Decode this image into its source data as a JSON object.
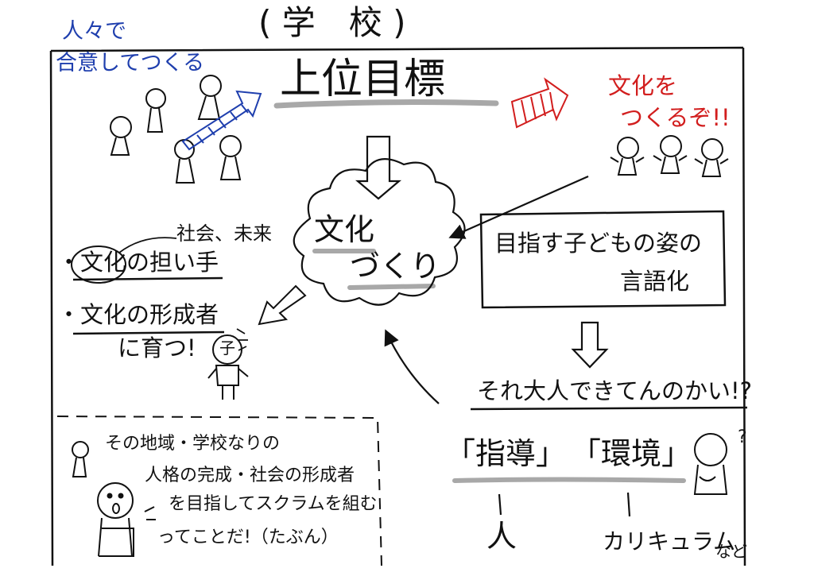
{
  "title": "( 学　校 )",
  "top": {
    "goal": "上位目標",
    "consensus": [
      "人々で",
      "合意してつくる"
    ],
    "make_culture": [
      "文化を",
      "つくるぞ!!"
    ]
  },
  "center": {
    "cloud": [
      "文化",
      "づくり"
    ]
  },
  "left": {
    "note": "社会、未来",
    "items": [
      "・文化の担い手",
      "・文化の形成者"
    ],
    "grow": "に育つ!",
    "child_label": "子"
  },
  "right": {
    "box": [
      "目指す子どもの姿の",
      "言語化"
    ],
    "question": "それ大人できてんのかい!?",
    "guidance": "「指導」",
    "environment": "「環境」",
    "question_mark": "?",
    "people": "人",
    "curriculum": "カリキュラム",
    "etc": "など"
  },
  "bottom_left": {
    "lines": [
      "その地域・学校なりの",
      "人格の完成・社会の形成者",
      "を目指してスクラムを組む",
      "ってことだ!（たぶん）"
    ]
  },
  "colors": {
    "ink": "#111111",
    "blue": "#1f3fae",
    "red": "#d21e1e",
    "gray_underline": "#a8a8a8"
  }
}
